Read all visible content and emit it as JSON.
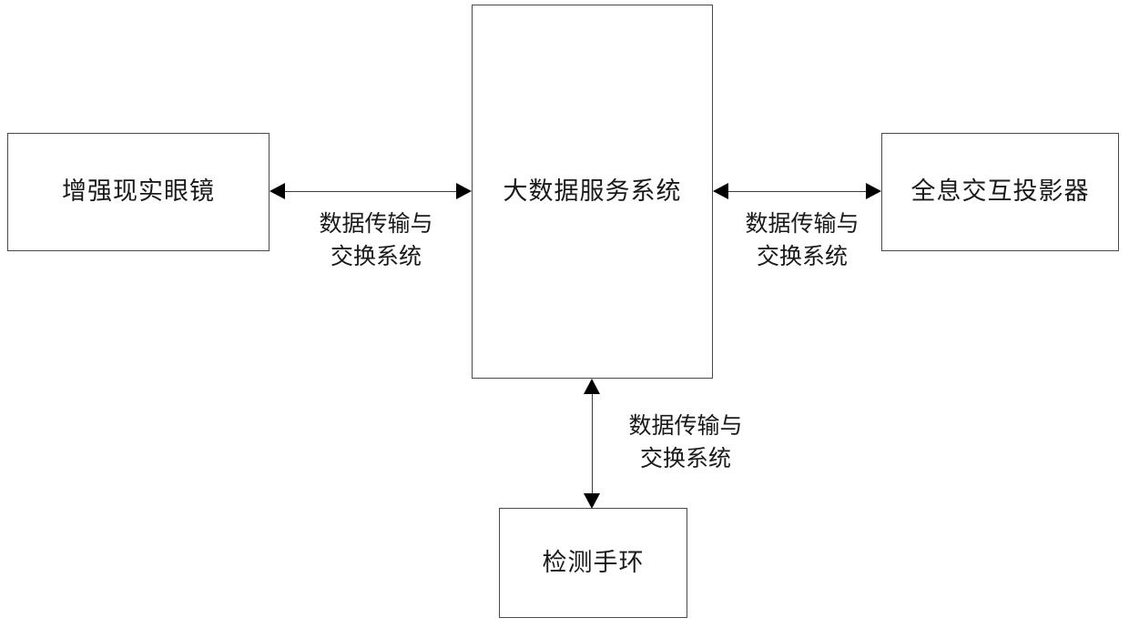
{
  "diagram": {
    "nodes": [
      {
        "id": "ar-glasses",
        "label": "增强现实眼镜"
      },
      {
        "id": "big-data-service",
        "label": "大数据服务系统"
      },
      {
        "id": "holographic-projector",
        "label": "全息交互投影器"
      },
      {
        "id": "detection-band",
        "label": "检测手环"
      }
    ],
    "edges": [
      {
        "id": "edge-ar-bigdata",
        "from": "ar-glasses",
        "to": "big-data-service",
        "direction": "bidirectional",
        "label_line1": "数据传输与",
        "label_line2": "交换系统"
      },
      {
        "id": "edge-bigdata-projector",
        "from": "big-data-service",
        "to": "holographic-projector",
        "direction": "bidirectional",
        "label_line1": "数据传输与",
        "label_line2": "交换系统"
      },
      {
        "id": "edge-bigdata-band",
        "from": "big-data-service",
        "to": "detection-band",
        "direction": "bidirectional",
        "label_line1": "数据传输与",
        "label_line2": "交换系统"
      }
    ],
    "colors": {
      "background": "#ffffff",
      "box_border": "#4a4a4a",
      "connector_line": "#3c3c3c",
      "arrowhead": "#000000",
      "text": "#1a1a1a"
    }
  }
}
